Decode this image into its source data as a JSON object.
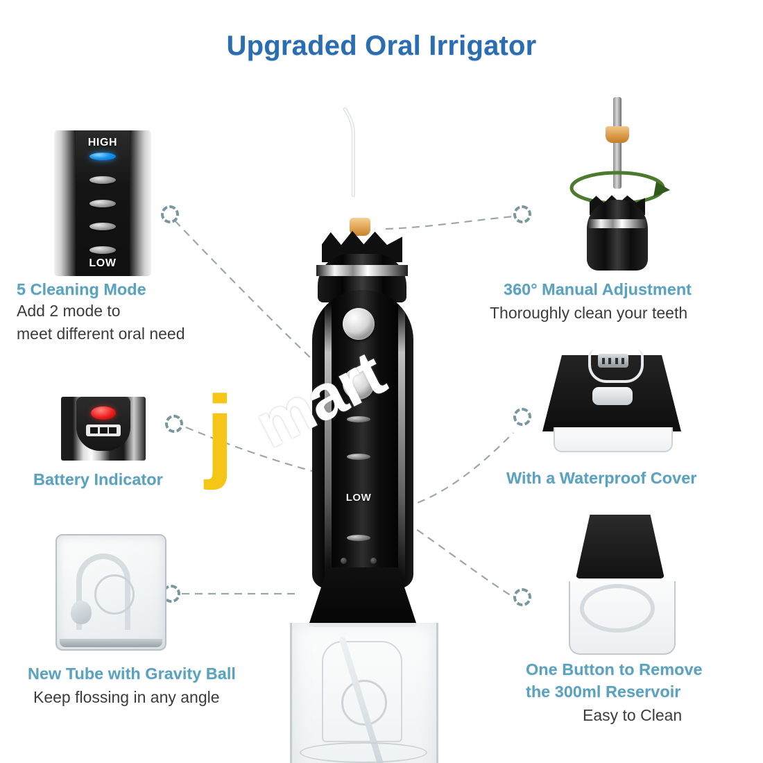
{
  "page": {
    "title": "Upgraded Oral Irrigator",
    "background_color": "#ffffff",
    "title_color": "#2a6db0",
    "feature_title_color": "#5ba2bf",
    "feature_sub_color": "#3c3c3c"
  },
  "watermark": {
    "initial": "j",
    "rest": "mart",
    "initial_color": "#f5c518",
    "rest_color": "#ffffff"
  },
  "features": [
    {
      "id": "cleaning-mode",
      "title": "5 Cleaning Mode",
      "sub_lines": [
        "Add 2 mode to",
        "meet different oral need"
      ],
      "art": "mode-panel"
    },
    {
      "id": "battery-indicator",
      "title": "Battery Indicator",
      "sub_lines": [],
      "art": "battery"
    },
    {
      "id": "gravity-ball-tube",
      "title": "New Tube with Gravity Ball",
      "sub_lines": [
        "Keep flossing in any angle"
      ],
      "art": "tube"
    },
    {
      "id": "manual-adjustment",
      "title": "360° Manual Adjustment",
      "sub_lines": [
        "Thoroughly clean your teeth"
      ],
      "art": "rotation"
    },
    {
      "id": "waterproof-cover",
      "title": "With a Waterproof Cover",
      "sub_lines": [],
      "art": "cover"
    },
    {
      "id": "remove-reservoir",
      "title_lines": [
        "One Button to Remove",
        "the 300ml Reservoir"
      ],
      "sub_lines": [
        "Easy to Clean"
      ],
      "art": "remove"
    }
  ],
  "mode_panel": {
    "high_label": "HIGH",
    "low_label": "LOW",
    "led_count": 5,
    "active_led_index": 0,
    "active_color": "#1a97ef",
    "inactive_color": "#9b9b9b"
  },
  "battery_art": {
    "lamp_color": "#ec1f1f",
    "segment_count": 3
  },
  "device": {
    "low_label": "LOW",
    "button_count": 2,
    "mode_led_count": 4,
    "charge_dot_count": 2,
    "nozzle_collar_color": "#d99845",
    "body_color": "#0d0d0d"
  },
  "rotation_art": {
    "arrow_color": "#4c7a2e",
    "collar_color": "#d99845"
  },
  "cover_art": {
    "usb_pin_count": 4
  }
}
